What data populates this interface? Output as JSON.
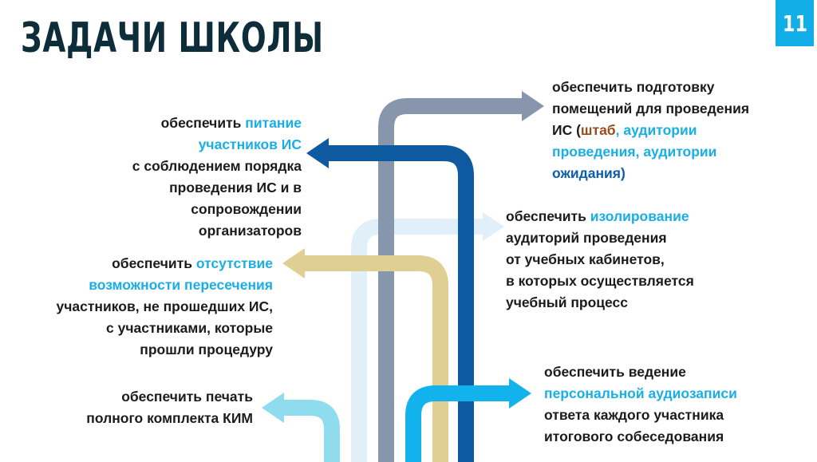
{
  "title": "ЗАДАЧИ ШКОЛЫ",
  "page_number": "11",
  "colors": {
    "title": "#0d2d3b",
    "badge": "#12aee8",
    "highlight_cyan": "#1aaee6",
    "highlight_blue": "#0d5ea8",
    "highlight_brown": "#9b4a1a",
    "arrow_gray": "#8796ad",
    "arrow_navy": "#0d5aa0",
    "arrow_pale": "#e1f0f8",
    "arrow_tan": "#e0cf93",
    "arrow_light_blue": "#8fdcee",
    "arrow_bright_blue": "#12b2ec"
  },
  "tasks": {
    "premises": {
      "line1": "обеспечить подготовку",
      "line2": "помещений для проведения",
      "line3_a": "ИС (",
      "line3_b": "штаб",
      "line3_c": ", аудитории",
      "line4": "проведения, аудитории",
      "line5": "ожидания)"
    },
    "food": {
      "line1_a": "обеспечить ",
      "line1_b": "питание",
      "line2": "участников ИС",
      "line3": "с соблюдением порядка",
      "line4": "проведения ИС и в",
      "line5": "сопровождении",
      "line6": "организаторов"
    },
    "isolation": {
      "line1_a": "обеспечить ",
      "line1_b": "изолирование",
      "line2": "аудиторий проведения",
      "line3": "от учебных кабинетов,",
      "line4": "в которых осуществляется",
      "line5": "учебный процесс"
    },
    "no_crossing": {
      "line1_a": "обеспечить ",
      "line1_b": "отсутствие",
      "line2": "возможности пересечения",
      "line3": "участников, не прошедших ИС,",
      "line4": "с участниками, которые",
      "line5": "прошли процедуру"
    },
    "audio": {
      "line1": "обеспечить ведение",
      "line2": "персональной аудиозаписи",
      "line3": "ответа каждого участника",
      "line4": "итогового собеседования"
    },
    "print": {
      "line1": "обеспечить печать",
      "line2": "полного комплекта КИМ"
    }
  }
}
